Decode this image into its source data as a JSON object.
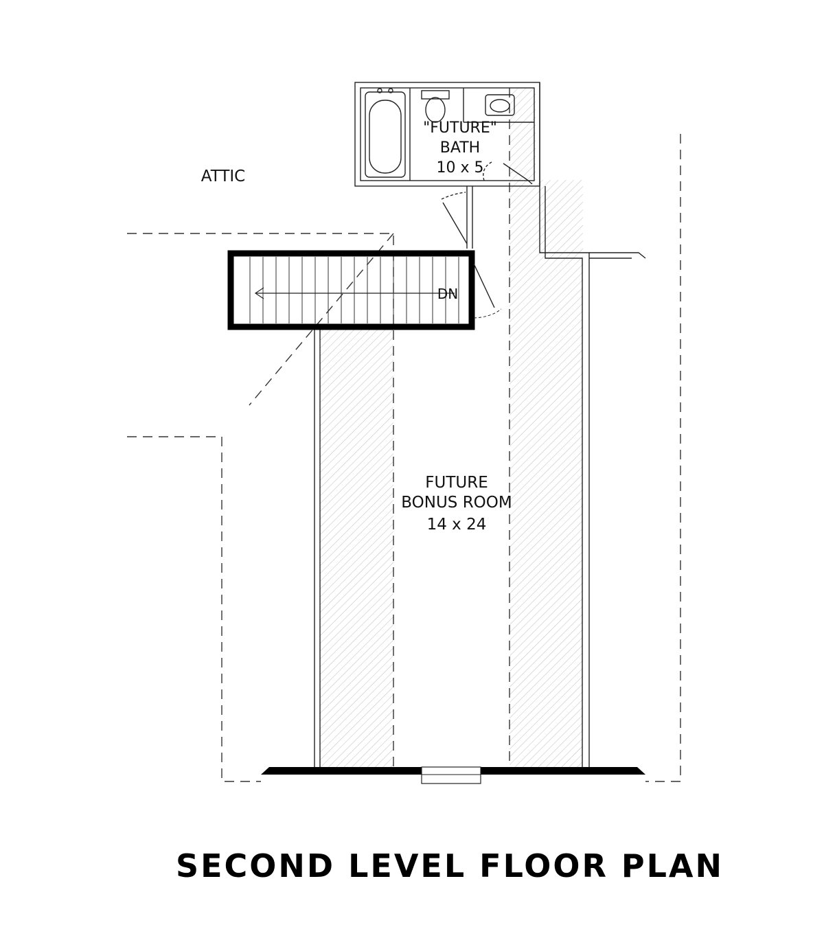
{
  "labels": {
    "attic": "ATTIC",
    "bath_line1": "\"FUTURE\"",
    "bath_line2": "BATH",
    "bath_size": "10 x 5",
    "stair_dir": "DN",
    "bonus_line1": "FUTURE",
    "bonus_line2": "BONUS ROOM",
    "bonus_size": "14 x 24"
  },
  "title": "SECOND LEVEL FLOOR PLAN",
  "colors": {
    "line": "#222222",
    "wall": "#000000",
    "hatch": "#bbbbbb",
    "dashed": "#333333"
  }
}
